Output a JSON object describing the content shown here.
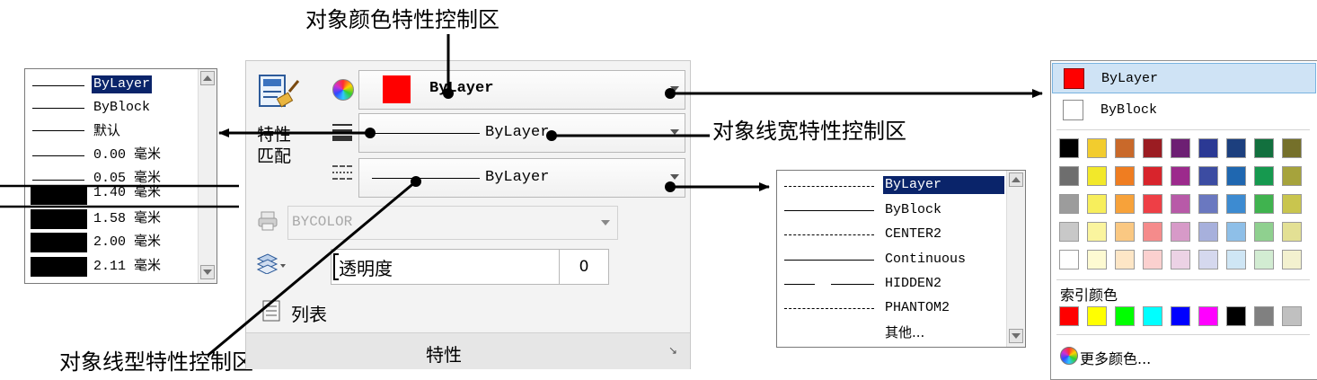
{
  "captions": {
    "color": "对象颜色特性控制区",
    "lineweight": "对象线宽特性控制区",
    "linetype": "对象线型特性控制区"
  },
  "lineweight_list": {
    "selected": "ByLayer",
    "top_items": [
      "ByLayer",
      "ByBlock",
      "默认",
      "0.00 毫米",
      "0.05 毫米"
    ],
    "bottom_items": [
      "1.40 毫米",
      "1.58 毫米",
      "2.00 毫米",
      "2.11 毫米"
    ]
  },
  "panel": {
    "match_label_1": "特性",
    "match_label_2": "匹配",
    "color_value": "ByLayer",
    "lineweight_value": "ByLayer",
    "linetype_value": "ByLayer",
    "plotstyle_value": "BYCOLOR",
    "transparency_label": "透明度",
    "transparency_value": "0",
    "list_label": "列表",
    "title": "特性",
    "corner_icon": "↘"
  },
  "linetype_list": {
    "items": [
      "ByLayer",
      "ByBlock",
      "CENTER2",
      "Continuous",
      "HIDDEN2",
      "PHANTOM2",
      "其他..."
    ]
  },
  "color_list": {
    "bylayer": "ByLayer",
    "byblock": "ByBlock",
    "index_label": "索引颜色",
    "more_label": "更多颜色..."
  },
  "colors": {
    "red": "#ff0000",
    "selection": "#0a246a",
    "grid_rows": [
      [
        "#000000",
        "#f2cc2e",
        "#c9692a",
        "#9b1c22",
        "#6d1f73",
        "#2b3994",
        "#1c3f7e",
        "#12703e",
        "#75702a"
      ],
      [
        "#6e6e6e",
        "#f2e82a",
        "#ef7d21",
        "#d8242c",
        "#9c2a8c",
        "#3c4ca2",
        "#1f67b0",
        "#16994f",
        "#a6a33c"
      ],
      [
        "#9c9c9c",
        "#f7ee5c",
        "#f7a23a",
        "#ee3f46",
        "#b85aa8",
        "#6a78c0",
        "#3d8bd1",
        "#40b34f",
        "#c9c54e"
      ],
      [
        "#c8c8c8",
        "#faf49e",
        "#fac882",
        "#f58b8b",
        "#d79ac8",
        "#a7b0dc",
        "#8ebfe8",
        "#8fd08f",
        "#e3e094"
      ],
      [
        "#ffffff",
        "#fdfad2",
        "#fde6c6",
        "#fbd0cf",
        "#ecd2e5",
        "#d5d8ee",
        "#cfe6f5",
        "#d2ecd2",
        "#f3f1cf"
      ]
    ],
    "index_row": [
      "#ff0000",
      "#ffff00",
      "#00ff00",
      "#00ffff",
      "#0000ff",
      "#ff00ff",
      "#000000",
      "#808080",
      "#c0c0c0"
    ]
  }
}
